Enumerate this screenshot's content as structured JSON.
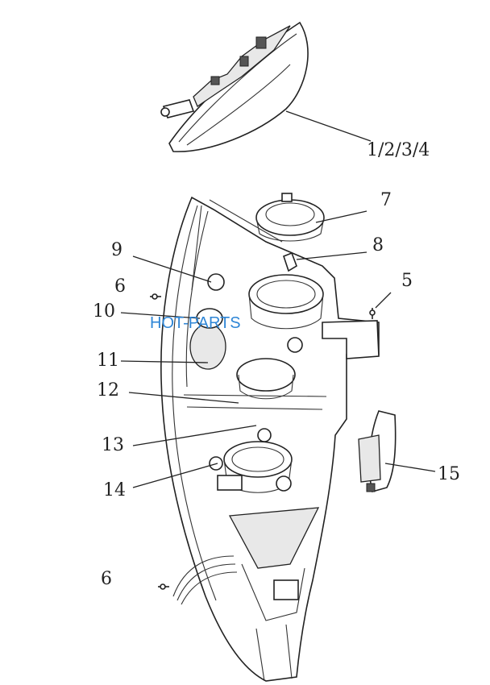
{
  "callouts": {
    "c1234": "1/2/3/4",
    "c7": "7",
    "c8": "8",
    "c9": "9",
    "c6a": "6",
    "c5": "5",
    "c10": "10",
    "c11": "11",
    "c12": "12",
    "c13": "13",
    "c14": "14",
    "c15": "15",
    "c6b": "6"
  },
  "watermark": "HOT-PARTS"
}
